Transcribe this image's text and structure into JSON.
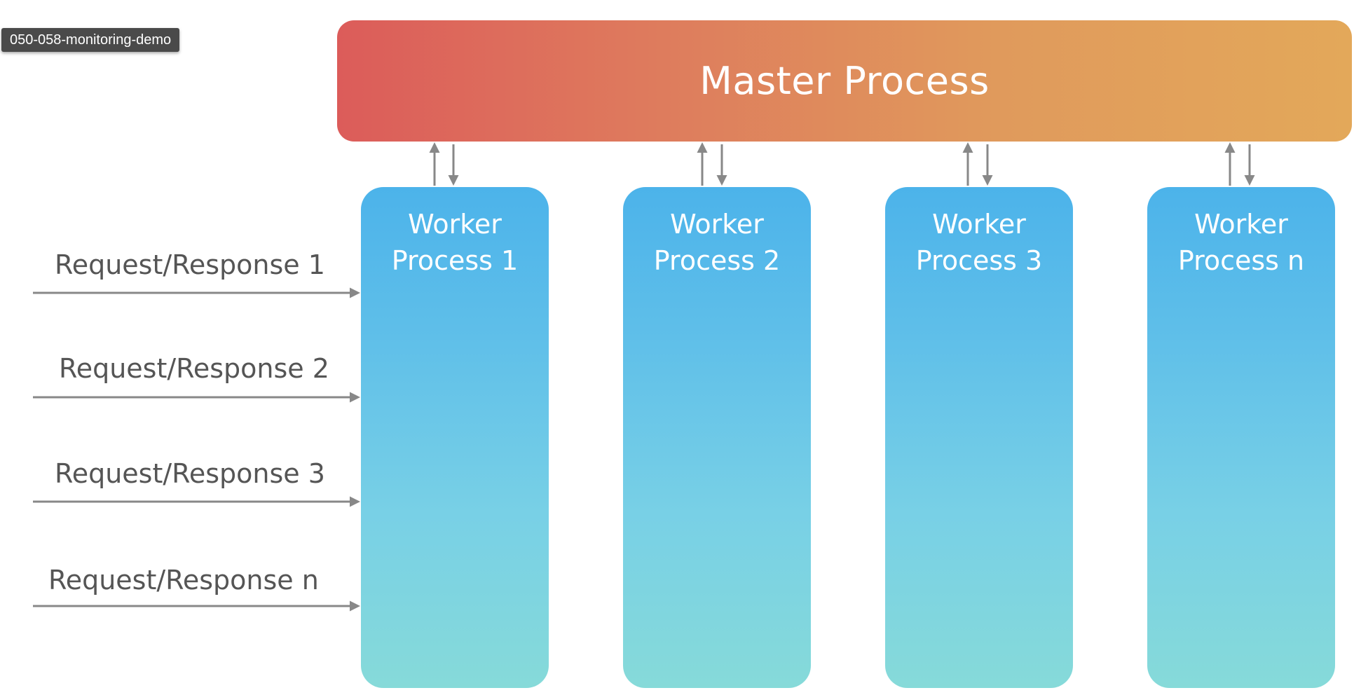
{
  "tag": {
    "text": "050-058-monitoring-demo"
  },
  "master": {
    "label": "Master Process"
  },
  "workers": [
    {
      "line1": "Worker",
      "line2": "Process 1"
    },
    {
      "line1": "Worker",
      "line2": "Process 2"
    },
    {
      "line1": "Worker",
      "line2": "Process 3"
    },
    {
      "line1": "Worker",
      "line2": "Process n"
    }
  ],
  "requests": [
    {
      "label": "Request/Response 1"
    },
    {
      "label": "Request/Response 2"
    },
    {
      "label": "Request/Response 3"
    },
    {
      "label": "Request/Response n"
    }
  ],
  "colors": {
    "master_gradient": [
      "#dc5c5a",
      "#e3a85a"
    ],
    "worker_gradient": [
      "#4cb3ea",
      "#86dad9"
    ],
    "arrow": "#888888",
    "label_text": "#555555"
  }
}
